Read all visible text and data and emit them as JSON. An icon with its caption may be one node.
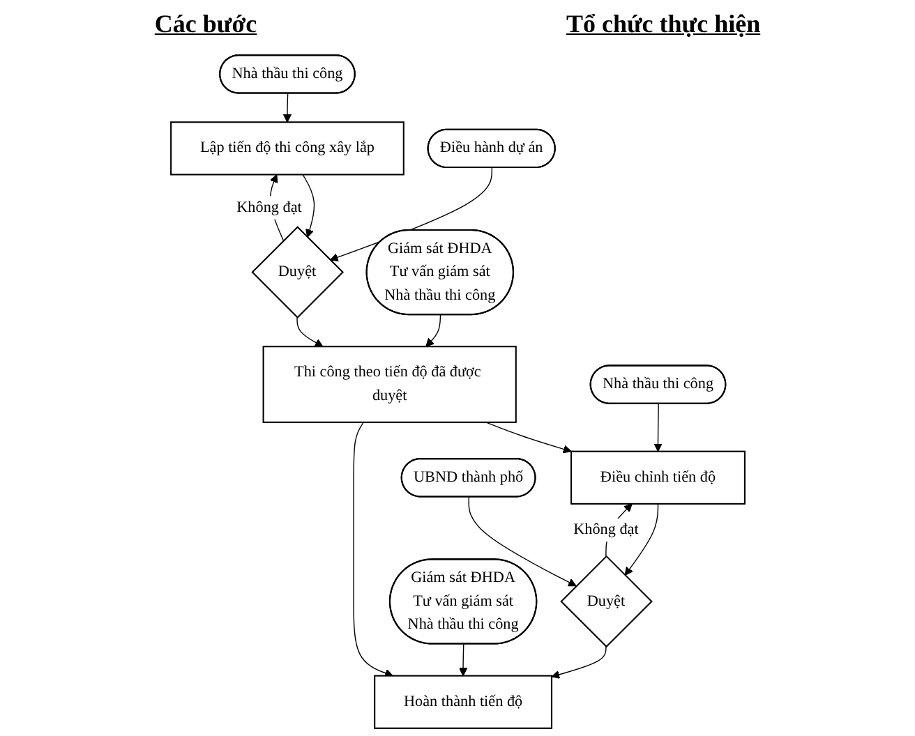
{
  "diagram": {
    "nodes": [
      {
        "text": [
          "Lập tiến độ thi công xây lắp"
        ]
      },
      {
        "text": [
          "Nhà thầu thi công"
        ]
      },
      {
        "text": [
          "Duyệt"
        ]
      },
      {
        "text": [
          "Điều hành dự án"
        ]
      },
      {
        "text": [
          "Thi công theo tiến độ đã được duyệt"
        ]
      },
      {
        "text": [
          "Giám sát ĐHDA",
          "Tư vấn giám sát",
          "Nhà thầu thi công"
        ]
      },
      {
        "text": [
          "Điều chỉnh tiến độ"
        ]
      },
      {
        "text": [
          "Nhà thầu thi công"
        ]
      },
      {
        "text": [
          "Duyệt"
        ]
      },
      {
        "text": [
          "UBND thành phố"
        ]
      },
      {
        "text": [
          "Hoàn thành tiến độ"
        ]
      },
      {
        "text": [
          "Giám sát ĐHDA",
          "Tư vấn giám sát",
          "Nhà thầu thi công"
        ]
      }
    ],
    "edges": [
      {
        "from": 1,
        "to": 0,
        "arrow": "to"
      },
      {
        "from": 0,
        "to": 2,
        "arrow": "to"
      },
      {
        "from": 2,
        "to": 0,
        "label": "Không đạt",
        "arrow": "to"
      },
      {
        "from": 3,
        "to": 2,
        "arrow": "to"
      },
      {
        "from": 2,
        "to": 4,
        "arrow": "to"
      },
      {
        "from": 5,
        "to": 4,
        "arrow": "to"
      },
      {
        "from": 4,
        "to": 6,
        "arrow": "to"
      },
      {
        "from": 4,
        "to": 10,
        "arrow": "to"
      },
      {
        "from": 7,
        "to": 6,
        "arrow": "to"
      },
      {
        "from": 6,
        "to": 8,
        "arrow": "to"
      },
      {
        "from": 8,
        "to": 6,
        "label": "Không đạt",
        "arrow": "to"
      },
      {
        "from": 9,
        "to": 8,
        "arrow": "to"
      },
      {
        "from": 8,
        "to": 10,
        "arrow": "to"
      },
      {
        "from": 11,
        "to": 10,
        "arrow": "to"
      }
    ],
    "labels": [
      "Các bước",
      "Tổ chức thực hiện"
    ]
  }
}
